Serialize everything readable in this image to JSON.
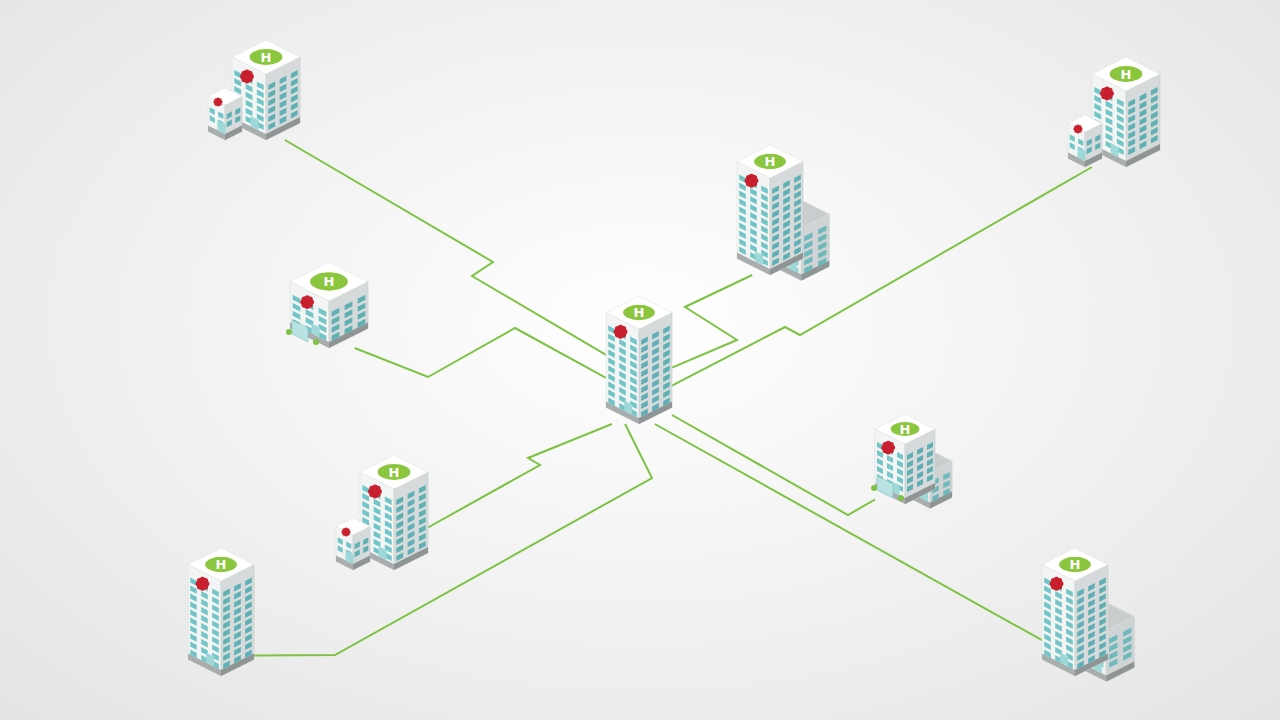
{
  "diagram": {
    "nodes": [
      {
        "text": [
          "H"
        ]
      },
      {
        "text": [
          "H"
        ]
      },
      {
        "text": [
          "H"
        ]
      },
      {
        "text": [
          "H"
        ]
      },
      {
        "text": [
          "H"
        ]
      },
      {
        "text": [
          "H"
        ]
      },
      {
        "text": [
          "H"
        ]
      },
      {
        "text": [
          "H"
        ]
      },
      {
        "text": [
          "H"
        ]
      }
    ],
    "edges": [
      {
        "from": 4,
        "to": 0,
        "arrow": "none"
      },
      {
        "from": 4,
        "to": 1,
        "arrow": "none"
      },
      {
        "from": 4,
        "to": 2,
        "arrow": "none"
      },
      {
        "from": 4,
        "to": 3,
        "arrow": "none"
      },
      {
        "from": 4,
        "to": 5,
        "arrow": "none"
      },
      {
        "from": 4,
        "to": 6,
        "arrow": "none"
      },
      {
        "from": 4,
        "to": 7,
        "arrow": "none"
      },
      {
        "from": 4,
        "to": 8,
        "arrow": "none"
      }
    ]
  }
}
